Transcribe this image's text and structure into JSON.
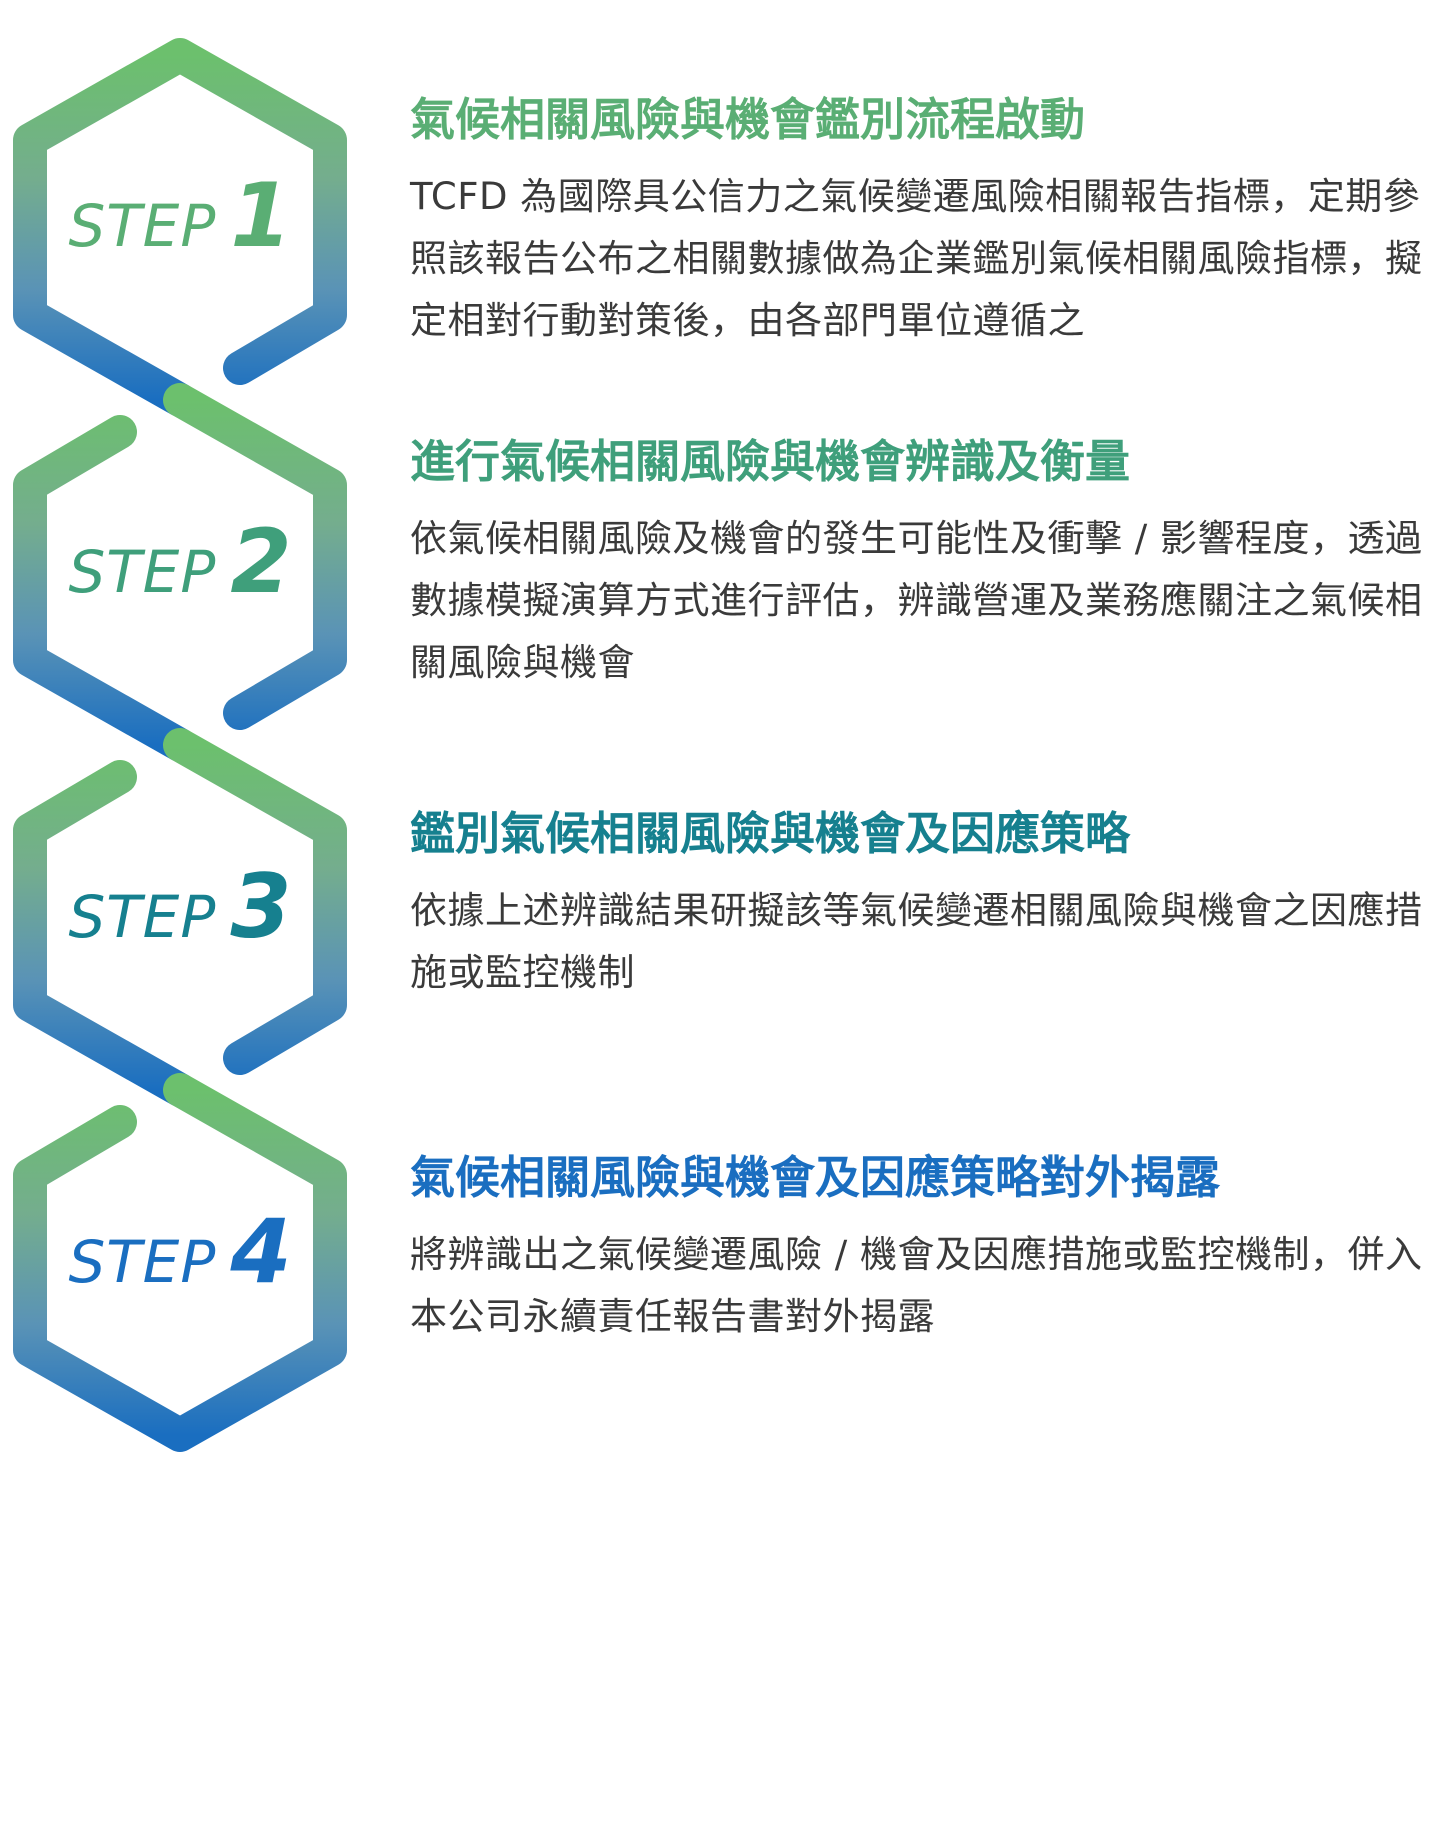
{
  "steps": [
    {
      "word": "STEP",
      "number": "1",
      "color": "#5aae74",
      "title": "氣候相關風險與機會鑑別流程啟動",
      "description": "TCFD 為國際具公信力之氣候變遷風險相關報告指標，定期參照該報告公布之相關數據做為企業鑑別氣候相關風險指標，擬定相對行動對策後，由各部門單位遵循之"
    },
    {
      "word": "STEP",
      "number": "2",
      "color": "#3f9f7b",
      "title": "進行氣候相關風險與機會辨識及衡量",
      "description": "依氣候相關風險及機會的發生可能性及衝擊 / 影響程度，透過數據模擬演算方式進行評估，辨識營運及業務應關注之氣候相關風險與機會"
    },
    {
      "word": "STEP",
      "number": "3",
      "color": "#16808f",
      "title": "鑑別氣候相關風險與機會及因應策略",
      "description": "依據上述辨識結果研擬該等氣候變遷相關風險與機會之因應措施或監控機制"
    },
    {
      "word": "STEP",
      "number": "4",
      "color": "#1a6ec0",
      "title": "氣候相關風險與機會及因應策略對外揭露",
      "description": "將辨識出之氣候變遷風險 / 機會及因應措施或監控機制，併入本公司永續責任報告書對外揭露"
    }
  ],
  "chain_colors": {
    "top": "#6cc06d",
    "upper_mid": "#74ad8e",
    "lower_mid": "#5a93b6",
    "bottom": "#1a6ec0"
  },
  "text_color": "#3a3a3a"
}
